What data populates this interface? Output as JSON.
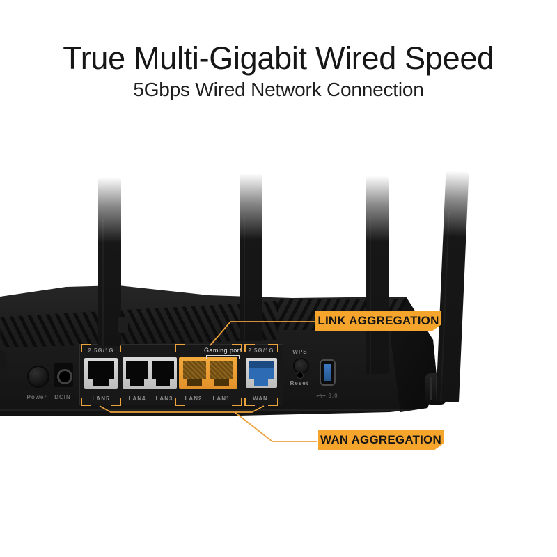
{
  "header": {
    "title": "True Multi-Gigabit Wired Speed",
    "subtitle": "5Gbps Wired Network Connection"
  },
  "callouts": {
    "link_aggregation": "LINK AGGREGATION",
    "wan_aggregation": "WAN AGGREGATION"
  },
  "router": {
    "top_labels": {
      "lan5_speed": "2.5G/1G",
      "gaming_port": "Gaming port",
      "wan_speed": "2.5G/1G",
      "wps": "WPS",
      "reset": "Reset",
      "usb": "3.0"
    },
    "port_labels": {
      "power": "Power",
      "dcin": "DCIN",
      "lan5": "LAN5",
      "lan4": "LAN4",
      "lan3": "LAN3",
      "lan2": "LAN2",
      "lan1": "LAN1",
      "wan": "WAN"
    }
  },
  "colors": {
    "accent_orange": "#F5A42C",
    "bracket_orange": "#EDA33C",
    "gaming_port_orange": "#ED9F2E",
    "wan_blue": "#2D6CB5",
    "usb_blue": "#2E66A8",
    "body_black": "#1A1A1A"
  }
}
